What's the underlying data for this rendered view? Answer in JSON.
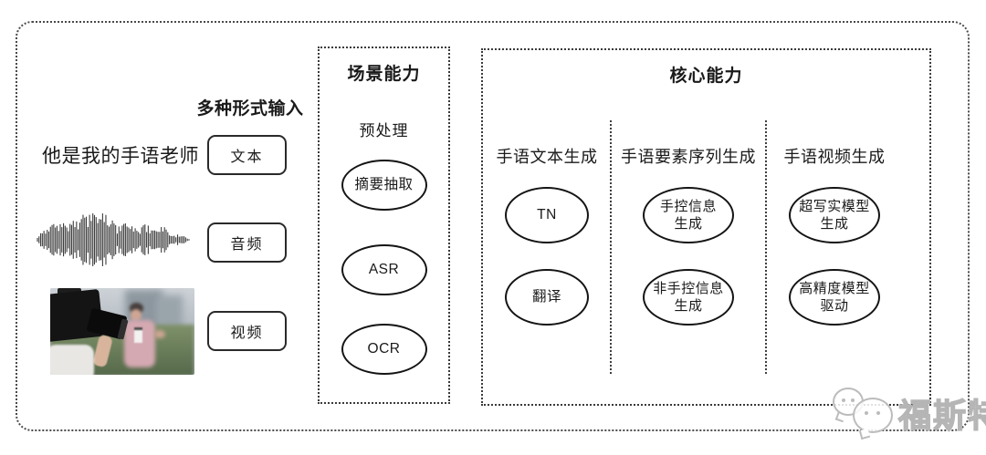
{
  "palette": {
    "ink": "#1a1a1a",
    "border_dark": "#2a2a2a",
    "frame_dotted": "#4a4a4a",
    "watermark_gray": "#b5b5b5",
    "background": "#ffffff"
  },
  "input": {
    "label": "多种形式输入",
    "sample_text": "他是我的手语老师",
    "types": [
      {
        "label": "文本"
      },
      {
        "label": "音频"
      },
      {
        "label": "视频"
      }
    ]
  },
  "scene": {
    "title": "场景能力",
    "subtitle": "预处理",
    "items": [
      "摘要抽取",
      "ASR",
      "OCR"
    ]
  },
  "core": {
    "title": "核心能力",
    "columns": [
      {
        "header": "手语文本生成",
        "items": [
          "TN",
          "翻译"
        ]
      },
      {
        "header": "手语要素序列生成",
        "items": [
          "手控信息\n生成",
          "非手控信息\n生成"
        ]
      },
      {
        "header": "手语视频生成",
        "items": [
          "超写实模型\n生成",
          "高精度模型\n驱动"
        ]
      }
    ]
  },
  "watermark": {
    "text": "福斯特"
  }
}
